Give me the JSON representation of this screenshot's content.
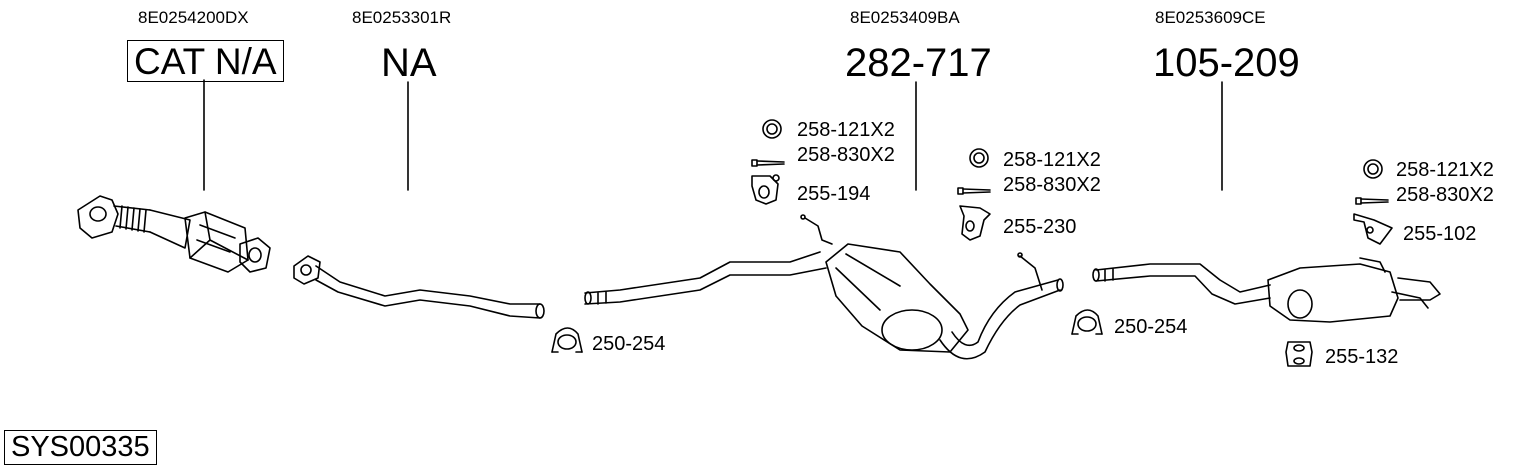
{
  "sections": [
    {
      "oem": "8E0254200DX",
      "label": "CAT N/A",
      "boxed": true
    },
    {
      "oem": "8E0253301R",
      "label": "NA",
      "boxed": false
    },
    {
      "oem": "8E0253409BA",
      "label": "282-717",
      "boxed": false
    },
    {
      "oem": "8E0253609CE",
      "label": "105-209",
      "boxed": false
    }
  ],
  "parts": {
    "clamp_1": "250-254",
    "ring_mid": "258-121X2",
    "bolt_mid": "258-830X2",
    "hanger_mid": "255-194",
    "ring_right": "258-121X2",
    "bolt_right": "258-830X2",
    "hanger_right": "255-230",
    "clamp_2": "250-254",
    "ring_rear": "258-121X2",
    "bolt_rear": "258-830X2",
    "bracket_rear": "255-102",
    "rubber_rear": "255-132"
  },
  "system_code": "SYS00335"
}
